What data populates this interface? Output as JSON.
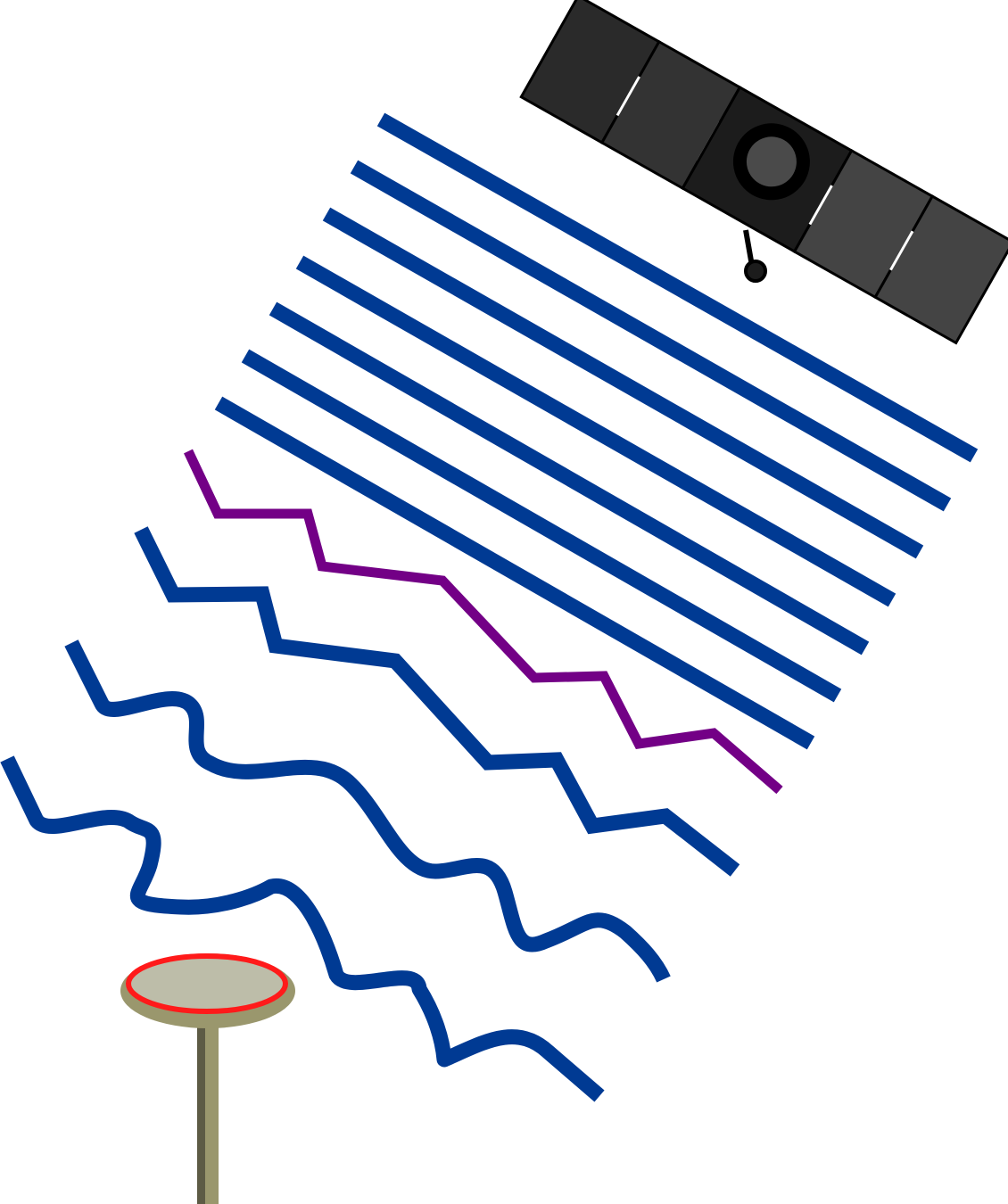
{
  "diagram": {
    "elements": [
      {
        "name": "satellite",
        "icon": "satellite-icon"
      },
      {
        "name": "straight-waves",
        "count": 7
      },
      {
        "name": "distorted-wave-highlighted"
      },
      {
        "name": "distorted-waves",
        "count": 3
      },
      {
        "name": "ground-receiver",
        "icon": "antenna-dish-icon"
      }
    ]
  },
  "colors": {
    "background": "#ffffff",
    "wave_blue": "#003a93",
    "wave_purple": "#730086",
    "satellite_panel_dark": "#2a2a2a",
    "satellite_panel_light": "#444444",
    "satellite_body": "#1c1c1c",
    "satellite_lens": "#4a4a4a",
    "dish_fill": "#bdbda9",
    "dish_rim": "#ff1a1a",
    "dish_base": "#9a976d",
    "pole_dark": "#5d5b45"
  }
}
